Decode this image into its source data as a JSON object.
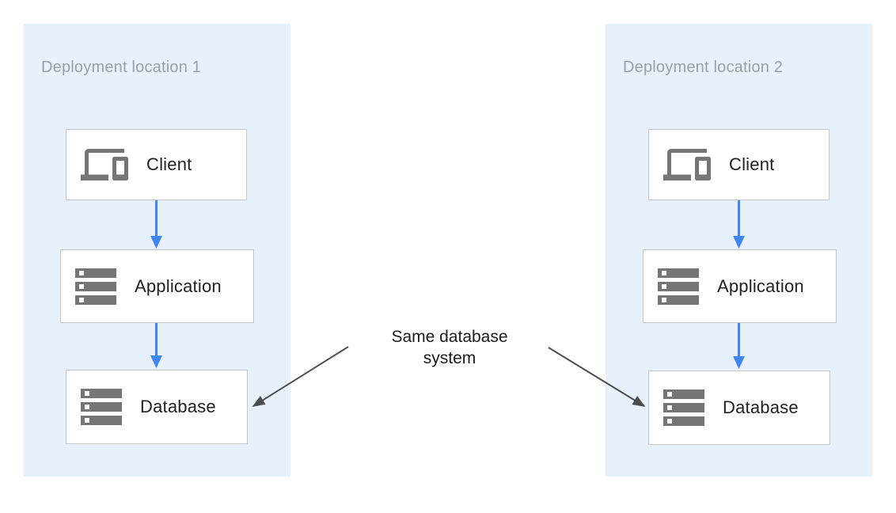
{
  "diagram": {
    "panels": [
      {
        "title": "Deployment location 1",
        "nodes": [
          {
            "label": "Client"
          },
          {
            "label": "Application"
          },
          {
            "label": "Database"
          }
        ]
      },
      {
        "title": "Deployment location 2",
        "nodes": [
          {
            "label": "Client"
          },
          {
            "label": "Application"
          },
          {
            "label": "Database"
          }
        ]
      }
    ],
    "annotation": "Same database system",
    "colors": {
      "panel_bg": "#e8f1fb",
      "panel_title": "#9aa0a6",
      "node_border": "#c4c7ca",
      "node_bg": "#ffffff",
      "node_text": "#212121",
      "icon_gray": "#757575",
      "flow_arrow": "#4285f4",
      "annotation_arrow": "#4d4d4d",
      "annotation_text": "#1a1a1a"
    }
  }
}
